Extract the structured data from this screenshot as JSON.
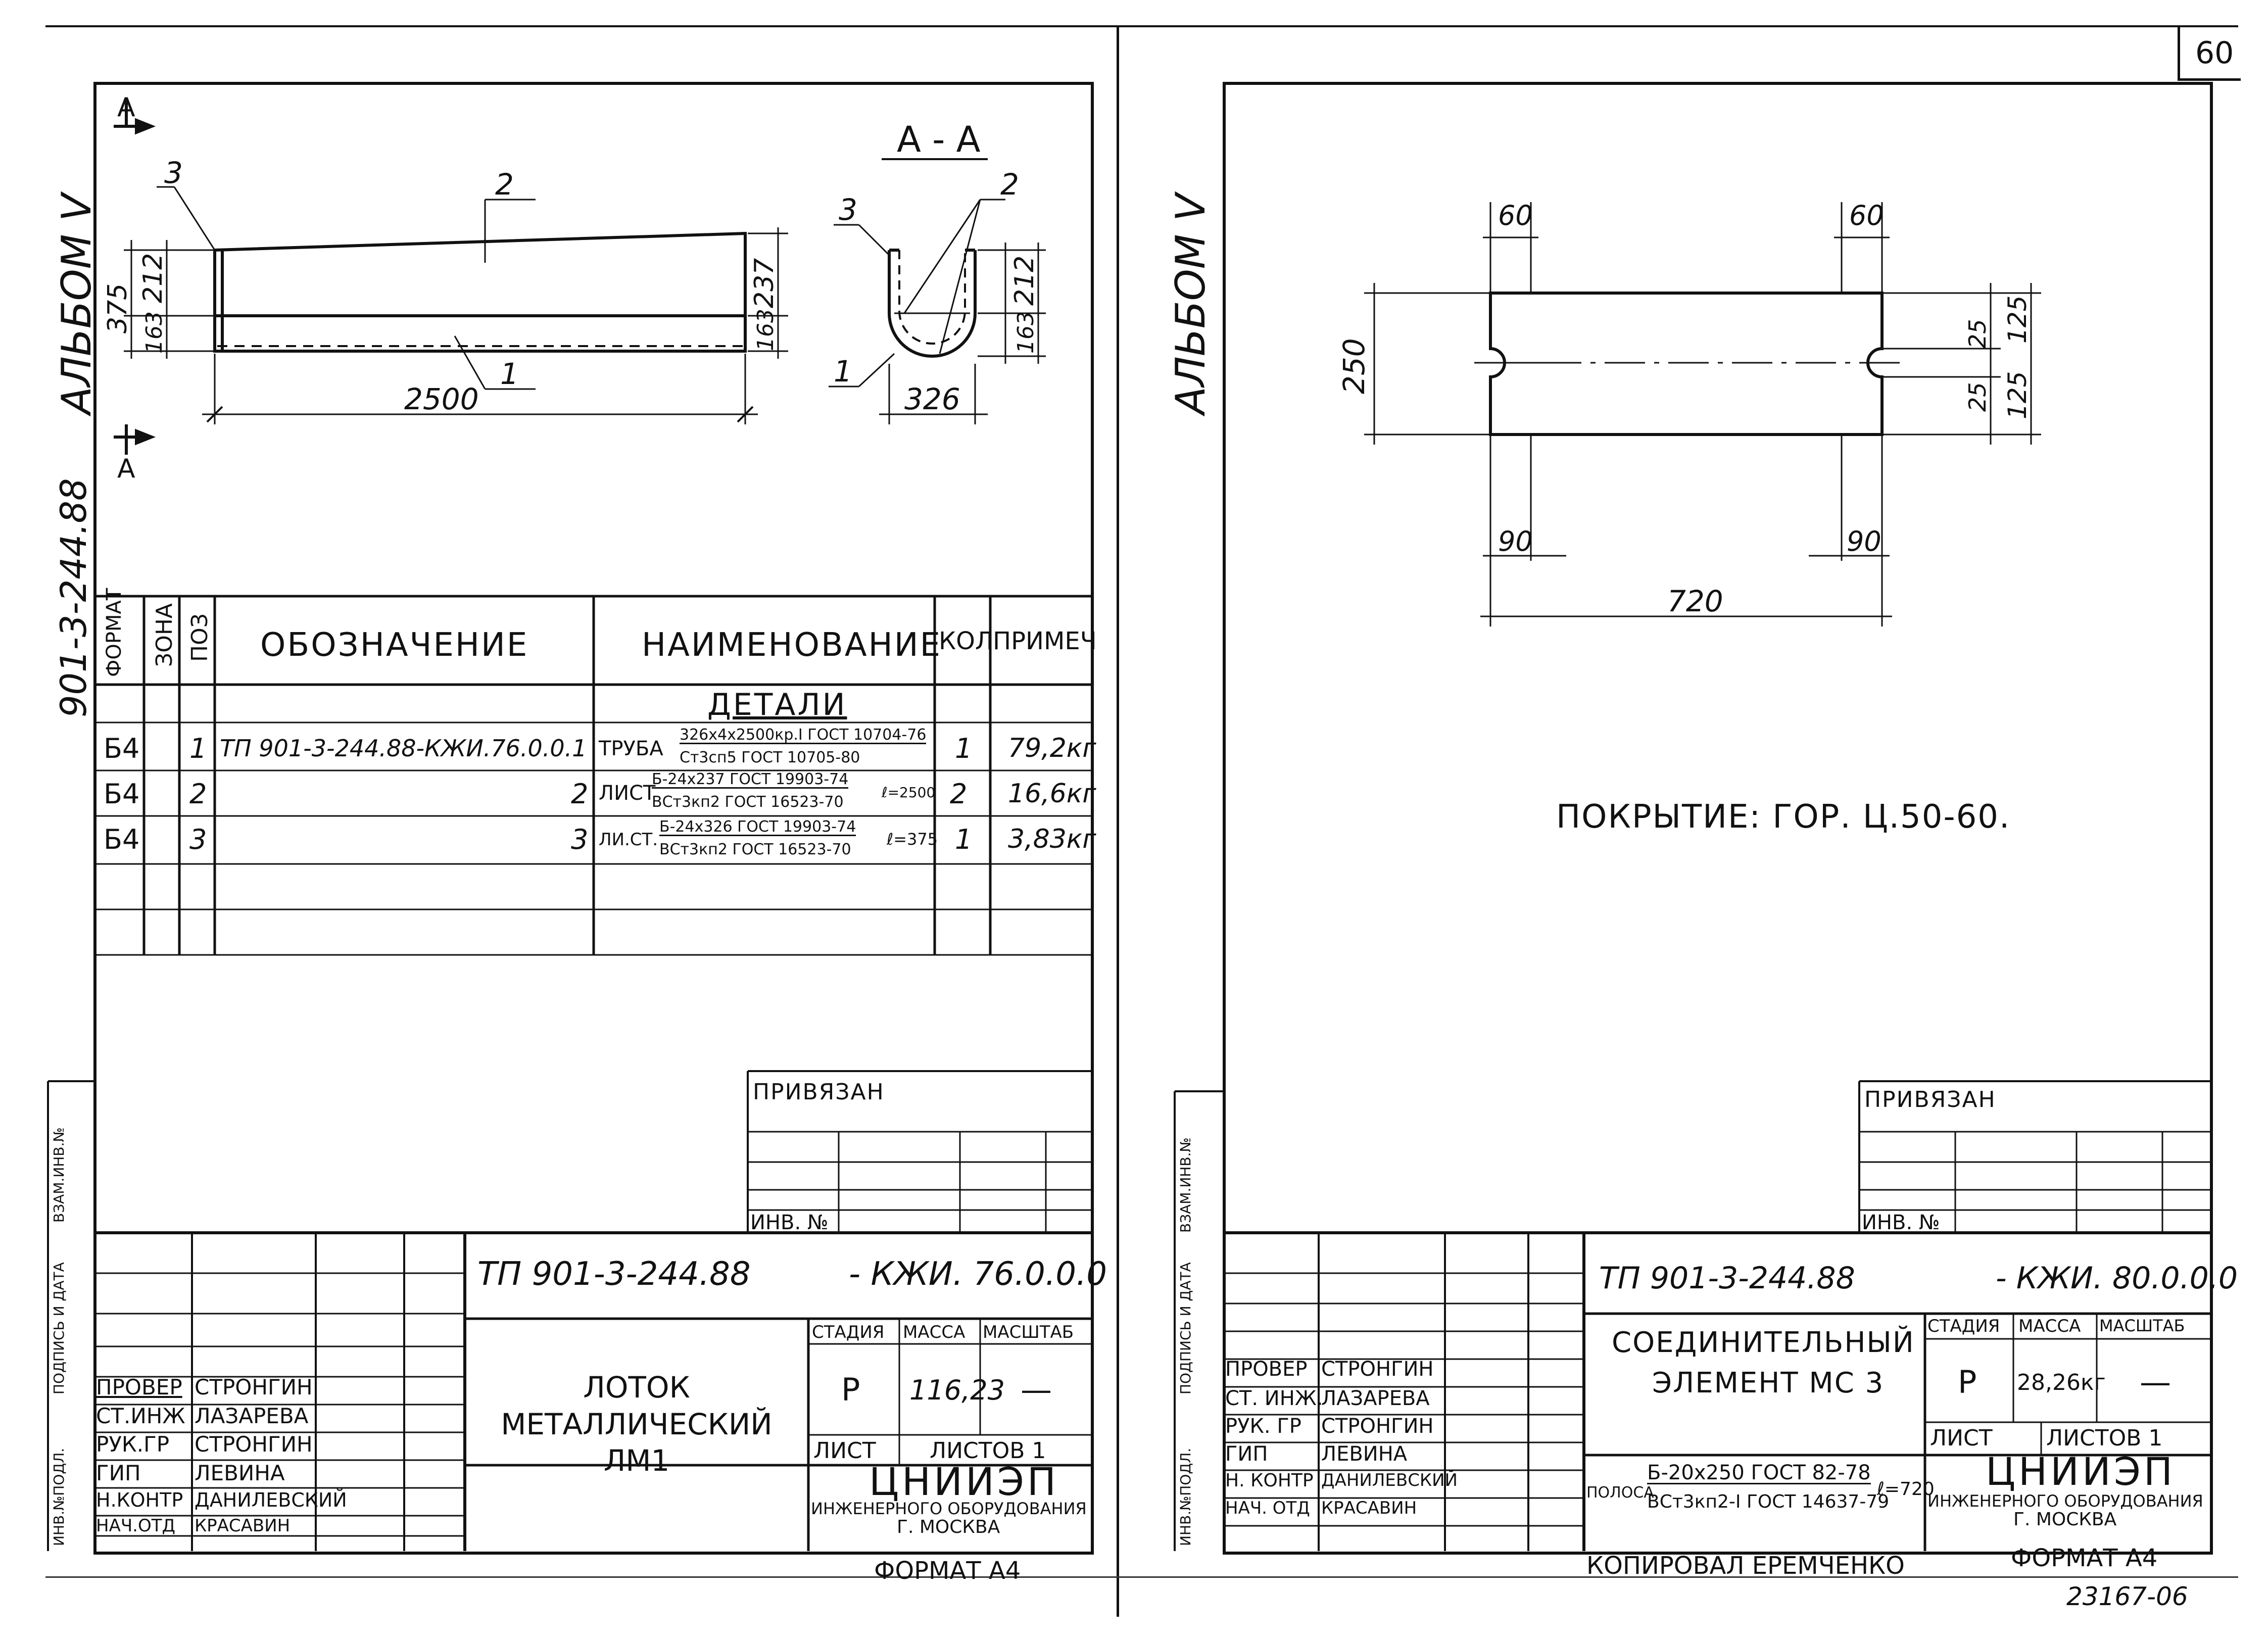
{
  "page_number": "60",
  "album_left": "АЛЬБОМ V",
  "album_right": "АЛЬБОМ V",
  "doc_code_vertical": "901-3-244.88",
  "left_sheet": {
    "drawing": {
      "section_mark": "А",
      "section_title": "А - А",
      "pos_labels": [
        "1",
        "2",
        "3"
      ],
      "dims": {
        "length": "2500",
        "h_total": "375",
        "h_top": "212",
        "h_bot": "163",
        "h_end": "237",
        "h_end_bot": "163",
        "width": "326",
        "sec_top": "212",
        "sec_bot": "163"
      }
    },
    "spec_table": {
      "headers": {
        "format": "ФОРМАТ",
        "zone": "ЗОНА",
        "pos": "ПОЗ",
        "designation": "ОБОЗНАЧЕНИЕ",
        "name": "НАИМЕНОВАНИЕ",
        "qty": "КОЛ",
        "note": "ПРИМЕЧ"
      },
      "section_title": "ДЕТАЛИ",
      "rows": [
        {
          "format": "Б4",
          "pos": "1",
          "designation": "ТП 901-3-244.88-КЖИ.76.0.0.1",
          "name": "ТРУБА",
          "name_top": "326х4х2500кр.I ГОСТ 10704-76",
          "name_bot": "Ст3сп5 ГОСТ 10705-80",
          "suffix": "",
          "qty": "1",
          "note": "79,2кг"
        },
        {
          "format": "Б4",
          "pos": "2",
          "designation": "2",
          "name": "ЛИСТ",
          "name_top": "Б-24х237 ГОСТ 19903-74",
          "name_bot": "ВСт3кп2 ГОСТ 16523-70",
          "suffix": "ℓ=2500",
          "qty": "2",
          "note": "16,6кг"
        },
        {
          "format": "Б4",
          "pos": "3",
          "designation": "3",
          "name": "ЛИ.СТ.",
          "name_top": "Б-24х326 ГОСТ 19903-74",
          "name_bot": "ВСт3кп2 ГОСТ 16523-70",
          "suffix": "ℓ=375",
          "qty": "1",
          "note": "3,83кг"
        }
      ]
    },
    "privyazan": "ПРИВЯЗАН",
    "inv": "ИНВ. №",
    "title_block": {
      "code": "ТП 901-3-244.88",
      "code_suffix": "- КЖИ. 76.0.0.0",
      "name": "ЛОТОК  МЕТАЛЛИЧЕСКИЙ ЛМ1",
      "stadia_label": "СТАДИЯ",
      "massa_label": "МАССА",
      "masshtab_label": "МАСШТАБ",
      "stadia": "Р",
      "massa": "116,23",
      "masshtab": "—",
      "list_label": "ЛИСТ",
      "listov_label": "ЛИСТОВ 1",
      "org": "ЦНИИЭП",
      "org_sub": "ИНЖЕНЕРНОГО ОБОРУДОВАНИЯ",
      "org_city": "Г. МОСКВА",
      "roles": [
        {
          "role": "ПРОВЕР",
          "name": "СТРОНГИН"
        },
        {
          "role": "СТ.ИНЖ",
          "name": "ЛАЗАРЕВА"
        },
        {
          "role": "РУК.ГР",
          "name": "СТРОНГИН"
        },
        {
          "role": "ГИП",
          "name": "ЛЕВИНА"
        },
        {
          "role": "Н.КОНТР",
          "name": "ДАНИЛЕВСКИЙ"
        },
        {
          "role": "НАЧ.ОТД",
          "name": "КРАСАВИН"
        }
      ],
      "format": "ФОРМАТ А4"
    },
    "side_labels": {
      "a": "ИНВ.№ПОДЛ.",
      "b": "ПОДПИСЬ И ДАТА",
      "c": "ВЗАМ.ИНВ.№"
    }
  },
  "right_sheet": {
    "drawing": {
      "dims": {
        "top_left": "60",
        "top_right": "60",
        "height": "250",
        "slot_top": "25",
        "slot_bot": "25",
        "half_top": "125",
        "half_bot": "125",
        "bot_left": "90",
        "bot_right": "90",
        "length": "720"
      }
    },
    "coating": "ПОКРЫТИЕ: ГОР. Ц.50-60.",
    "privyazan": "ПРИВЯЗАН",
    "inv": "ИНВ. №",
    "title_block": {
      "code": "ТП 901-3-244.88",
      "code_suffix": "- КЖИ. 80.0.0.0",
      "name_1": "СОЕДИНИТЕЛЬНЫЙ",
      "name_2": "ЭЛЕМЕНТ МС 3",
      "stadia_label": "СТАДИЯ",
      "massa_label": "МАССА",
      "masshtab_label": "МАСШТАБ",
      "stadia": "Р",
      "massa": "28,26кг",
      "masshtab": "—",
      "list_label": "ЛИСТ",
      "listov_label": "ЛИСТОВ 1",
      "org": "ЦНИИЭП",
      "org_sub": "ИНЖЕНЕРНОГО ОБОРУДОВАНИЯ",
      "org_city": "Г. МОСКВА",
      "material_prefix": "ПОЛОСА",
      "material_top": "Б-20х250 ГОСТ 82-78",
      "material_bot": "ВСт3кп2-I ГОСТ 14637-79",
      "material_len": "ℓ=720",
      "roles": [
        {
          "role": "ПРОВЕР",
          "name": "СТРОНГИН"
        },
        {
          "role": "СТ. ИНЖ.",
          "name": "ЛАЗАРЕВА"
        },
        {
          "role": "РУК. ГР",
          "name": "СТРОНГИН"
        },
        {
          "role": "ГИП",
          "name": "ЛЕВИНА"
        },
        {
          "role": "Н. КОНТР",
          "name": "ДАНИЛЕВСКИЙ"
        },
        {
          "role": "НАЧ. ОТД",
          "name": "КРАСАВИН"
        }
      ],
      "copied": "КОПИРОВАЛ  ЕРЕМЧЕНКО",
      "format": "ФОРМАТ А4"
    },
    "side_labels": {
      "a": "ИНВ.№ПОДЛ.",
      "b": "ПОДПИСЬ И ДАТА",
      "c": "ВЗАМ.ИНВ.№"
    }
  },
  "archive_no": "23167-06"
}
